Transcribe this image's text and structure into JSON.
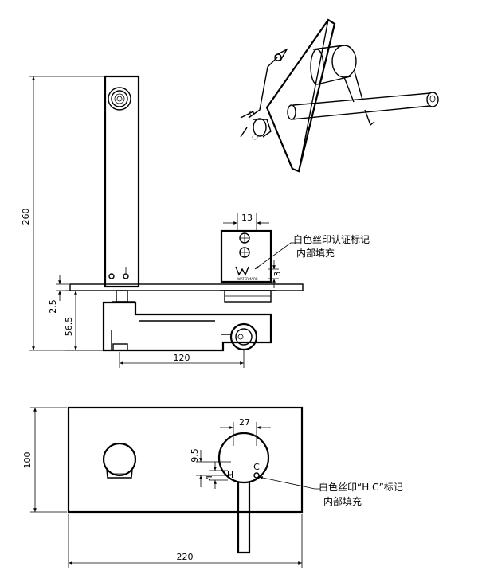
{
  "side_view": {
    "dimensions": {
      "height_total": "260",
      "plate_offset": "2.5",
      "body_height": "56.5",
      "spout_reach": "120",
      "handle_width": "13",
      "badge_offset": "3"
    },
    "note_logo": {
      "line1": "白色丝印认证标记",
      "line2": "内部填充"
    },
    "badge_text": "WATERMARK"
  },
  "front_view": {
    "dimensions": {
      "plate_height": "100",
      "plate_width": "220",
      "handle_diameter": "27",
      "marker_offset_y": "9.5",
      "marker_offset_small": "4"
    },
    "note_hc": {
      "line1": "白色丝印“H C”标记",
      "line2": "内部填充"
    },
    "marker_h": "H",
    "marker_c": "C"
  }
}
